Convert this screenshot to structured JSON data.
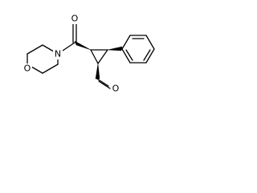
{
  "molecule": {
    "atoms": {
      "morpholine_O": "O",
      "morpholine_N": "N",
      "carbonyl_O": "O",
      "aldehyde_O": "O"
    }
  }
}
